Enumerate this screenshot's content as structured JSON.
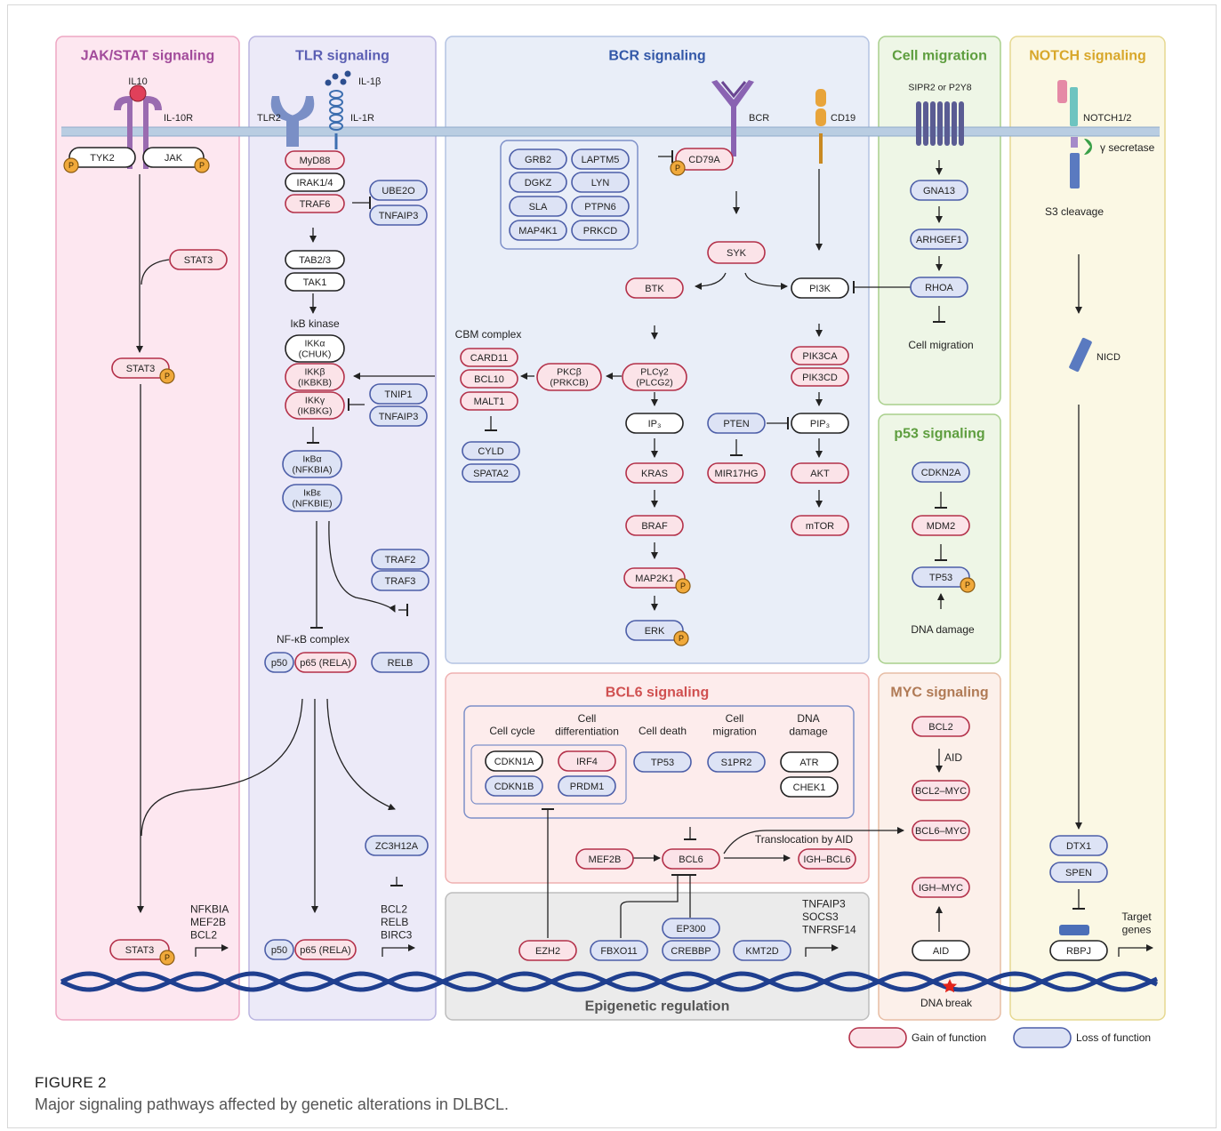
{
  "colors": {
    "gain_fill": "#fbe3e8",
    "gain_stroke": "#b33049",
    "loss_fill": "#dde3f5",
    "loss_stroke": "#4c5ea8",
    "neutral_fill": "#ffffff",
    "neutral_stroke": "#222222",
    "p_fill": "#f0a93b",
    "p_stroke": "#8a5a10",
    "dna": "#1f3f8f",
    "membrane": "#b9cde2",
    "text": "#222222",
    "jak_title": "#a24b9b",
    "tlr_title": "#5b5fb3",
    "bcr_title": "#3358a8",
    "migration_title": "#5e9e3f",
    "notch_title": "#d8a72a",
    "p53_title": "#5e9e3f",
    "bcl6_title": "#d05050",
    "myc_title": "#b07a55",
    "epi_title": "#555555"
  },
  "panels": {
    "jak": "JAK/STAT signaling",
    "tlr": "TLR signaling",
    "bcr": "BCR signaling",
    "migration": "Cell migration",
    "notch": "NOTCH signaling",
    "p53": "p53 signaling",
    "bcl6": "BCL6 signaling",
    "myc": "MYC signaling",
    "epi": "Epigenetic regulation"
  },
  "labels": {
    "il10": "IL10",
    "il10r": "IL-10R",
    "il1b": "IL-1β",
    "tlr2": "TLR2",
    "il1r": "IL-1R",
    "bcr": "BCR",
    "cd19": "CD19",
    "s1pr2_p2y8": "SIPR2 or P2Y8",
    "notch12": "NOTCH1/2",
    "gamma_secretase": "γ secretase",
    "s3_cleavage": "S3 cleavage",
    "nicd": "NICD",
    "ikb_kinase": "IκB kinase",
    "cbm_complex": "CBM complex",
    "nfkb_complex": "NF-κB complex",
    "cell_migration_text": "Cell migration",
    "dna_damage_text": "DNA damage",
    "translocation": "Translocation by AID",
    "aid_arrow": "AID",
    "dna_break": "DNA break",
    "target_genes": "Target\ngenes",
    "cat_cell_cycle": "Cell cycle",
    "cat_cell_diff": "Cell\ndifferentiation",
    "cat_cell_death": "Cell death",
    "cat_cell_migration": "Cell\nmigration",
    "cat_dna_damage": "DNA\ndamage",
    "jak_targets": "NFKBIA\nMEF2B\nBCL2",
    "tlr_targets": "BCL2\nRELB\nBIRC3",
    "epi_targets": "TNFAIP3\nSOCS3\nTNFRSF14",
    "p": "P"
  },
  "nodes": {
    "tyk2": "TYK2",
    "jak": "JAK",
    "stat3_a": "STAT3",
    "stat3_b": "STAT3",
    "stat3_c": "STAT3",
    "myd88": "MyD88",
    "irak14": "IRAK1/4",
    "traf6": "TRAF6",
    "ube2o": "UBE2O",
    "tnfaip3_a": "TNFAIP3",
    "tab23": "TAB2/3",
    "tak1": "TAK1",
    "ikka": "IKKα\n(CHUK)",
    "ikkb": "IKKβ\n(IKBKB)",
    "ikkg": "IKKγ\n(IKBKG)",
    "tnip1": "TNIP1",
    "tnfaip3_b": "TNFAIP3",
    "ikba": "IκBα\n(NFKBIA)",
    "ikbe": "IκBε\n(NFKBIE)",
    "traf2": "TRAF2",
    "traf3": "TRAF3",
    "p50_a": "p50",
    "p65_a": "p65 (RELA)",
    "relb": "RELB",
    "zc3h12a": "ZC3H12A",
    "p50_b": "p50",
    "p65_b": "p65 (RELA)",
    "grb2": "GRB2",
    "laptm5": "LAPTM5",
    "dgkz": "DGKZ",
    "lyn": "LYN",
    "sla": "SLA",
    "ptpn6": "PTPN6",
    "map4k1": "MAP4K1",
    "prkcd": "PRKCD",
    "cd79a": "CD79A",
    "syk": "SYK",
    "btk": "BTK",
    "pi3k": "PI3K",
    "card11": "CARD11",
    "bcl10": "BCL10",
    "malt1": "MALT1",
    "cyld": "CYLD",
    "spata2": "SPATA2",
    "pkcb": "PKCβ\n(PRKCB)",
    "plcg2": "PLCγ2\n(PLCG2)",
    "ip3": "IP₃",
    "kras": "KRAS",
    "braf": "BRAF",
    "map2k1": "MAP2K1",
    "erk": "ERK",
    "pten": "PTEN",
    "mir17hg": "MIR17HG",
    "pip3": "PIP₃",
    "akt": "AKT",
    "mtor": "mTOR",
    "pik3ca": "PIK3CA",
    "pik3cd": "PIK3CD",
    "gna13": "GNA13",
    "arhgef1": "ARHGEF1",
    "rhoa": "RHOA",
    "cdkn2a": "CDKN2A",
    "mdm2": "MDM2",
    "tp53": "TP53",
    "cdkn1a": "CDKN1A",
    "irf4": "IRF4",
    "cdkn1b": "CDKN1B",
    "prdm1": "PRDM1",
    "tp53_b": "TP53",
    "s1pr2": "S1PR2",
    "atr": "ATR",
    "chek1": "CHEK1",
    "mef2b": "MEF2B",
    "bcl6": "BCL6",
    "igh_bcl6": "IGH–BCL6",
    "ezh2": "EZH2",
    "fbxo11": "FBXO11",
    "ep300": "EP300",
    "crebbp": "CREBBP",
    "kmt2d": "KMT2D",
    "bcl2": "BCL2",
    "bcl2_myc": "BCL2–MYC",
    "bcl6_myc": "BCL6–MYC",
    "igh_myc": "IGH–MYC",
    "aid": "AID",
    "dtx1": "DTX1",
    "spen": "SPEN",
    "rbpj": "RBPJ"
  },
  "legend": {
    "gain": "Gain of function",
    "loss": "Loss of function"
  },
  "caption": {
    "heading": "FIGURE 2",
    "text": "Major signaling pathways affected by genetic alterations in DLBCL."
  }
}
